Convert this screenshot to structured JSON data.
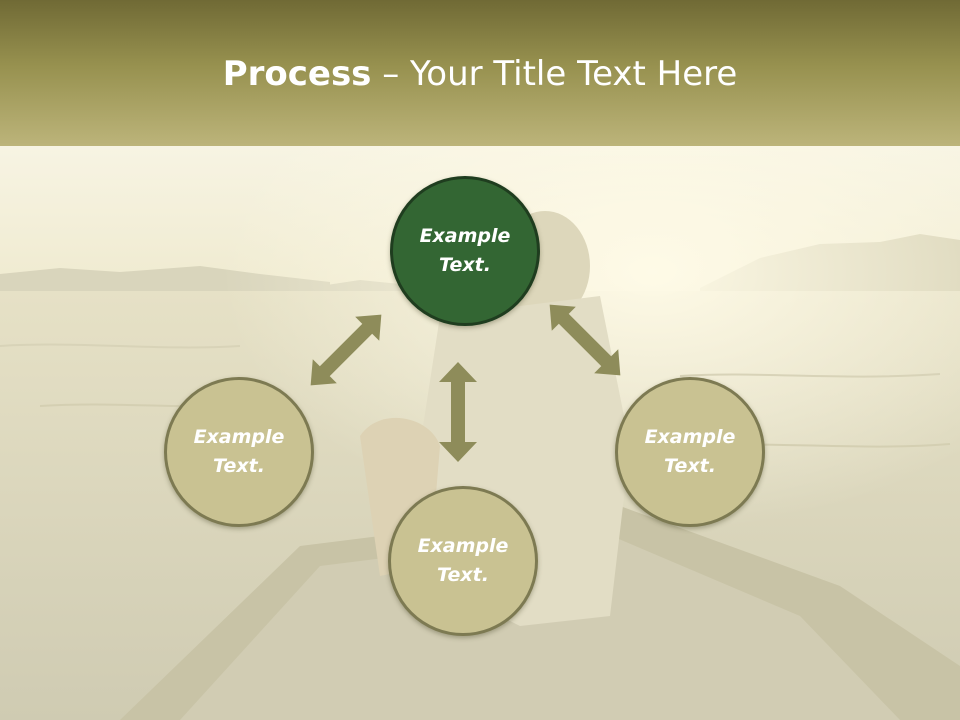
{
  "title": {
    "bold": "Process",
    "rest": " – Your Title Text Here"
  },
  "nodes": {
    "top": {
      "line1": "Example",
      "line2": "Text."
    },
    "left": {
      "line1": "Example",
      "line2": "Text."
    },
    "right": {
      "line1": "Example",
      "line2": "Text."
    },
    "bottom": {
      "line1": "Example",
      "line2": "Text."
    }
  },
  "colors": {
    "header": "#97914f",
    "active_circle": "#336633",
    "circle": "#c9c292",
    "arrow": "#8e8c5a"
  }
}
